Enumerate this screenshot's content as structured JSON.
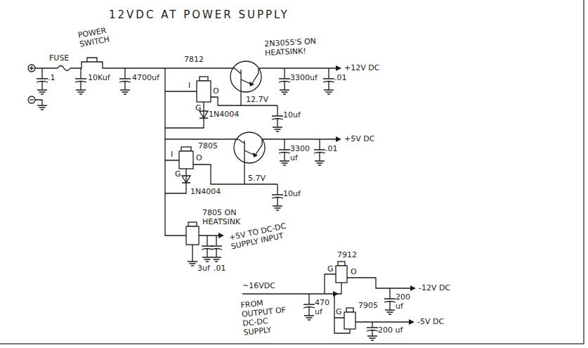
{
  "diagram": {
    "title": "12VDC AT POWER SUPPLY",
    "labels": [
      "FUSE",
      "POWER SWITCH",
      ".1",
      "10Kuf",
      "4700uf",
      "7812",
      "2N3055'S ON HEATSINK!",
      "+12V DC",
      "I",
      "O",
      "12.7V",
      "G",
      "1N4004",
      "10uf",
      "3300uf",
      ".01",
      "+5V DC",
      "7805",
      "3300 uf",
      ".01",
      "I",
      "5.7V",
      "O",
      "G",
      "1N4004",
      "10uf",
      "7805 ON HEATSINK",
      "+5V TO DC-DC SUPPLY INPUT",
      "3uf",
      ".01",
      "7912",
      "~16VDC",
      "FROM OUTPUT OF DC-DC SUPPLY",
      "G",
      "O",
      "470 uf",
      "-12V DC",
      "200 uf",
      "7905",
      "G",
      "-5V DC",
      "200 uf"
    ]
  }
}
